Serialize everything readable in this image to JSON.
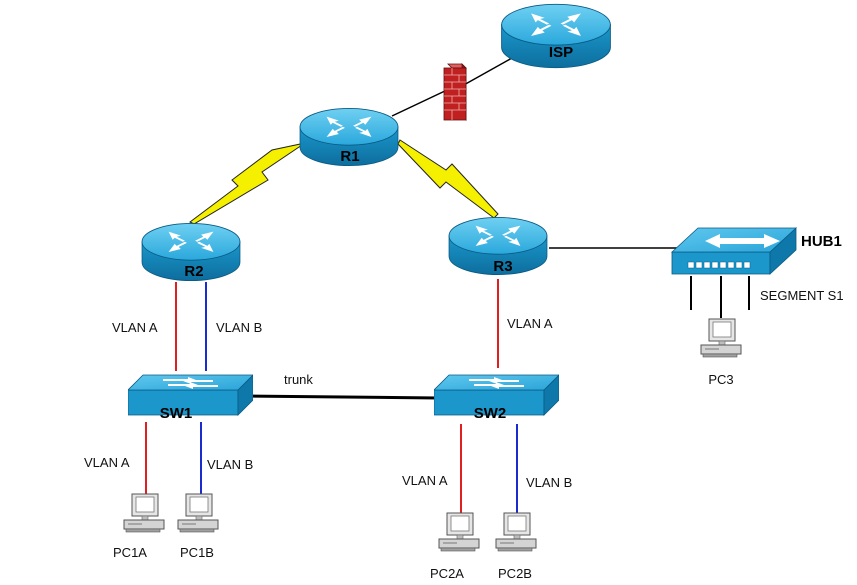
{
  "devices": {
    "isp": "ISP",
    "r1": "R1",
    "r2": "R2",
    "r3": "R3",
    "sw1": "SW1",
    "sw2": "SW2",
    "hub1": "HUB1"
  },
  "pcs": {
    "pc1a": "PC1A",
    "pc1b": "PC1B",
    "pc2a": "PC2A",
    "pc2b": "PC2B",
    "pc3": "PC3"
  },
  "links": {
    "r2_sw1_a": "VLAN A",
    "r2_sw1_b": "VLAN B",
    "r3_sw2_a": "VLAN A",
    "trunk": "trunk",
    "sw1_pc1a": "VLAN A",
    "sw1_pc1b": "VLAN B",
    "sw2_pc2a": "VLAN A",
    "sw2_pc2b": "VLAN B",
    "segment": "SEGMENT S1"
  },
  "colors": {
    "router": "#1a9bd0",
    "vlan_a": "#e02020",
    "vlan_b": "#1a2bd0",
    "serial": "#f5f000",
    "firewall": "#c02020"
  }
}
